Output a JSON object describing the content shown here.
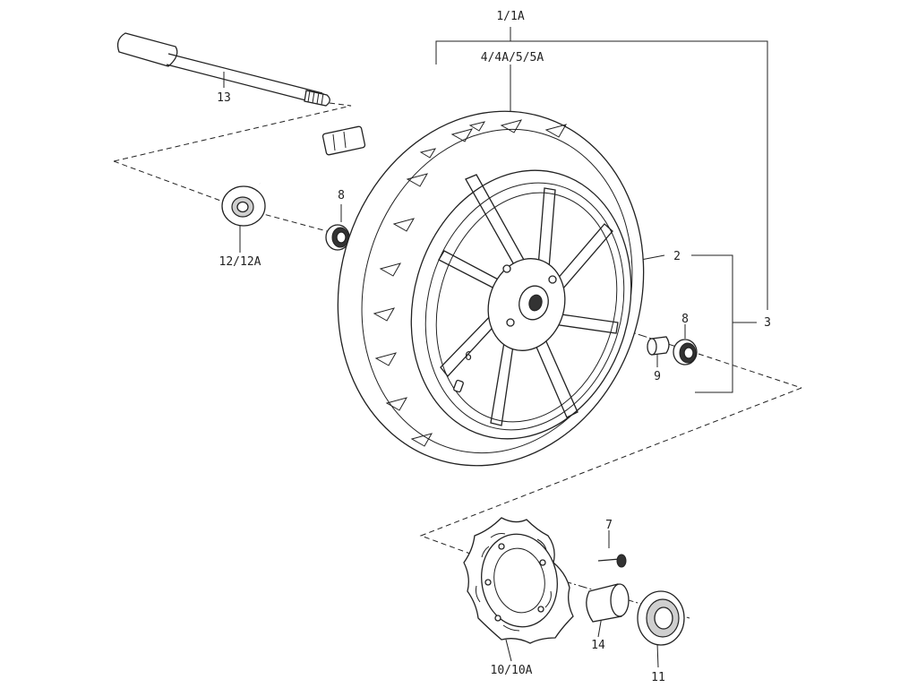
{
  "diagram": {
    "callouts": {
      "wheel_assembly": "1/1A",
      "tire": "4/4A/5/5A",
      "part_2": "2",
      "part_3": "3",
      "part_6": "6",
      "part_7": "7",
      "part_8_left": "8",
      "part_8_right": "8",
      "part_9": "9",
      "brake_disc": "10/10A",
      "part_11": "11",
      "speed_sensor": "12/12A",
      "axle": "13",
      "part_14": "14"
    }
  }
}
